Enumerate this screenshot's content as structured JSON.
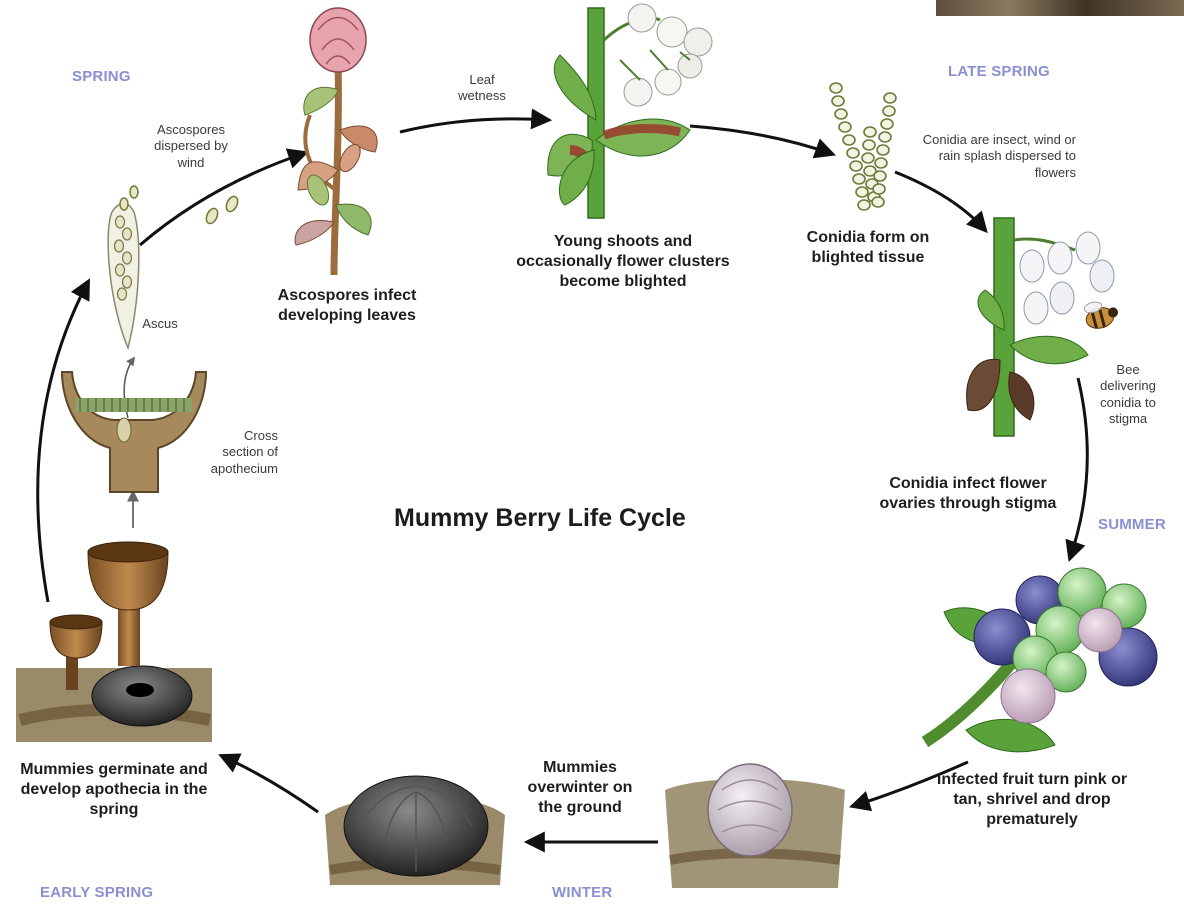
{
  "title": "Mummy Berry Life Cycle",
  "seasons": {
    "spring": "SPRING",
    "late_spring": "LATE SPRING",
    "summer": "SUMMER",
    "winter": "WINTER",
    "early_spring": "EARLY SPRING"
  },
  "stages": {
    "ascospores_infect": "Ascospores infect developing leaves",
    "young_shoots": "Young shoots and occasionally flower clusters become blighted",
    "conidia_form": "Conidia form on blighted tissue",
    "conidia_infect": "Conidia infect flower ovaries through stigma",
    "infected_fruit": "Infected fruit turn pink or tan, shrivel and drop prematurely",
    "overwinter": "Mummies overwinter on the ground",
    "germinate": "Mummies germinate and develop apothecia in the spring"
  },
  "notes": {
    "leaf_wetness": "Leaf wetness",
    "ascospores_dispersed": "Ascospores dispersed by wind",
    "ascus": "Ascus",
    "cross_section": "Cross section of apothecium",
    "conidia_dispersed": "Conidia are insect, wind or rain splash dispersed to flowers",
    "bee": "Bee delivering conidia to stigma"
  },
  "colors": {
    "season_label": "#8a8fd1",
    "leaf_green": "#5f9a3c",
    "blight_red": "#9a3a2a",
    "berry_blue": "#4a4f8c",
    "berry_green": "#8fce7a",
    "mummy_black": "#2a2a2a",
    "apothecium_tan": "#b58a4e"
  },
  "icons": [
    "flower-bud-icon",
    "leaf-icon",
    "conidia-chain-icon",
    "bee-icon",
    "blueberry-cluster-icon",
    "mummy-berry-icon",
    "apothecium-icon",
    "ascus-icon",
    "ascospore-icon"
  ]
}
